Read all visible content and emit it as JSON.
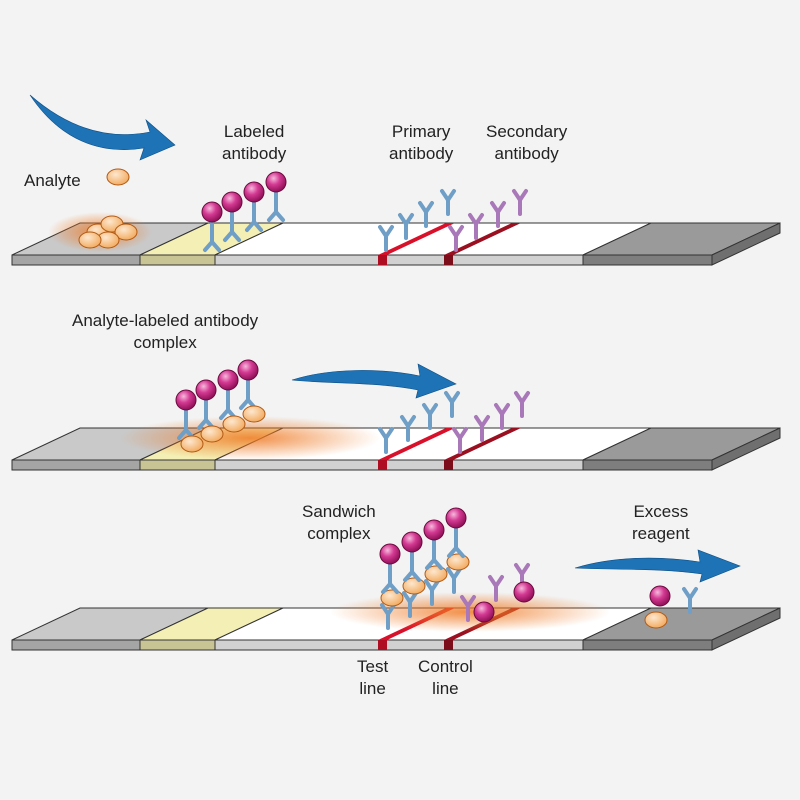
{
  "panels": [
    {
      "labels": {
        "analyte": "Analyte",
        "labeled_antibody": [
          "Labeled",
          "antibody"
        ],
        "primary_antibody": [
          "Primary",
          "antibody"
        ],
        "secondary_antibody": [
          "Secondary",
          "antibody"
        ]
      }
    },
    {
      "labels": {
        "complex": [
          "Analyte-labeled antibody",
          "complex"
        ]
      }
    },
    {
      "labels": {
        "sandwich": [
          "Sandwich",
          "complex"
        ],
        "excess": [
          "Excess",
          "reagent"
        ],
        "test_line": [
          "Test",
          "line"
        ],
        "control_line": [
          "Control",
          "line"
        ]
      }
    }
  ],
  "colors": {
    "background": "#f3f3f3",
    "sample_pad": "#c9c9c9",
    "conjugate_pad": "#f4efb4",
    "membrane": "#ffffff",
    "absorbent_pad": "#9a9a9a",
    "test_line": "#d9102a",
    "control_line": "#9b1020",
    "primary_antibody": "#6f9ec6",
    "secondary_antibody": "#a878b8",
    "label_particle": "#c2187a",
    "analyte": "#f2a85a",
    "flow_arrow": "#1d73b5",
    "glow": "#ef7a25"
  }
}
